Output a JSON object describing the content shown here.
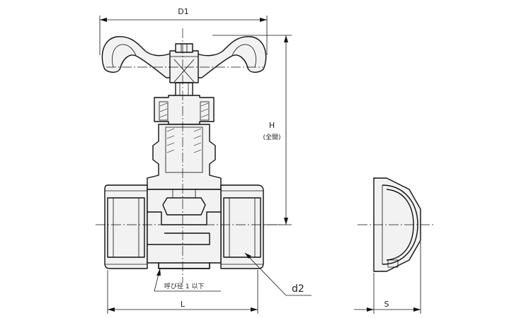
{
  "dimensions": {
    "d1": "D1",
    "h": "H",
    "h_note": "(全開)",
    "l": "L",
    "d2": "d2",
    "s": "S"
  },
  "notes": {
    "nominal_size": "呼び径 1 以下"
  }
}
